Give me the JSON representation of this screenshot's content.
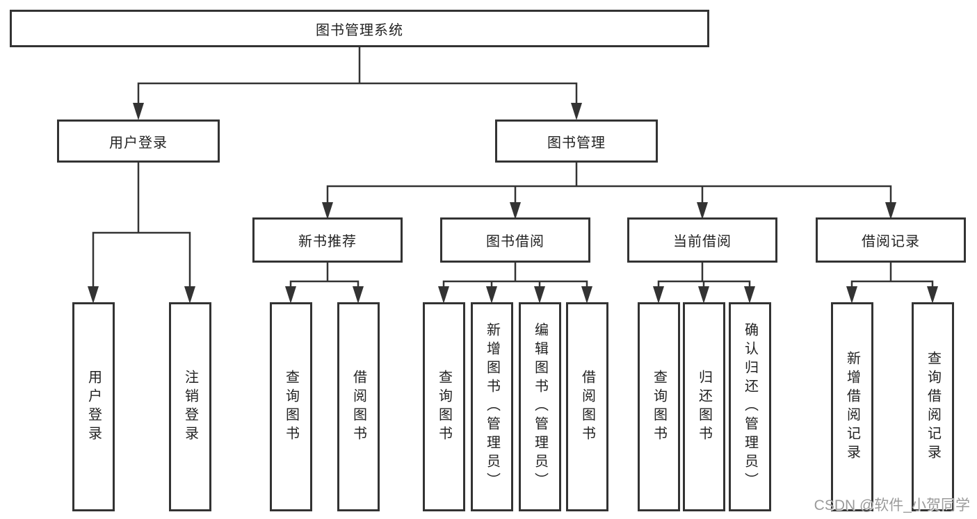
{
  "diagram": {
    "type": "tree",
    "tree": {
      "label": "图书管理系统",
      "children": [
        {
          "label": "用户登录",
          "children": [
            {
              "label": "用户登录"
            },
            {
              "label": "注销登录"
            }
          ]
        },
        {
          "label": "图书管理",
          "children": [
            {
              "label": "新书推荐",
              "children": [
                {
                  "label": "查询图书"
                },
                {
                  "label": "借阅图书"
                }
              ]
            },
            {
              "label": "图书借阅",
              "children": [
                {
                  "label": "查询图书"
                },
                {
                  "label": "新增图书（管理员）"
                },
                {
                  "label": "编辑图书（管理员）"
                },
                {
                  "label": "借阅图书"
                }
              ]
            },
            {
              "label": "当前借阅",
              "children": [
                {
                  "label": "查询图书"
                },
                {
                  "label": "归还图书"
                },
                {
                  "label": "确认归还（管理员）"
                }
              ]
            },
            {
              "label": "借阅记录",
              "children": [
                {
                  "label": "新增借阅记录"
                },
                {
                  "label": "查询借阅记录"
                }
              ]
            }
          ]
        }
      ]
    },
    "colors": {
      "line": "#333333",
      "text": "#222222",
      "box_background": "#ffffff",
      "watermark": "#9b9b9b"
    }
  },
  "watermark": "CSDN @软件_小贺同学"
}
